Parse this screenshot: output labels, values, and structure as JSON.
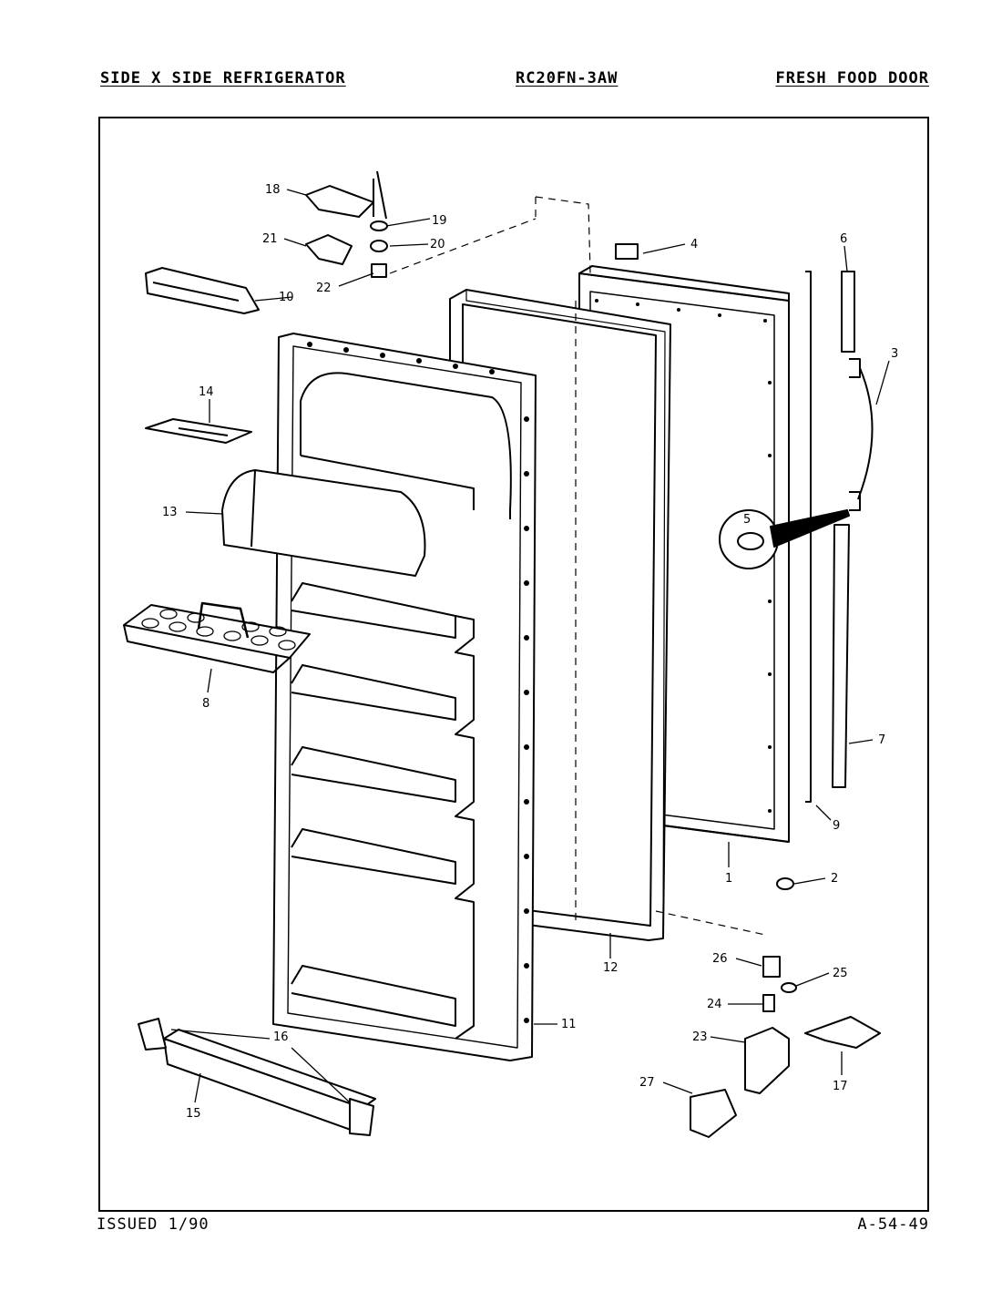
{
  "header": {
    "left": "SIDE X SIDE REFRIGERATOR",
    "center": "RC20FN-3AW",
    "right": "FRESH FOOD DOOR"
  },
  "footer": {
    "left": "ISSUED 1/90",
    "right": "A-54-49"
  },
  "callouts": {
    "c1": "1",
    "c2": "2",
    "c3": "3",
    "c4": "4",
    "c5": "5",
    "c6": "6",
    "c7": "7",
    "c8": "8",
    "c9": "9",
    "c10": "10",
    "c11": "11",
    "c12": "12",
    "c13": "13",
    "c14": "14",
    "c15": "15",
    "c16": "16",
    "c17": "17",
    "c18": "18",
    "c19": "19",
    "c20": "20",
    "c21": "21",
    "c22": "22",
    "c23": "23",
    "c24": "24",
    "c25": "25",
    "c26": "26",
    "c27": "27"
  }
}
